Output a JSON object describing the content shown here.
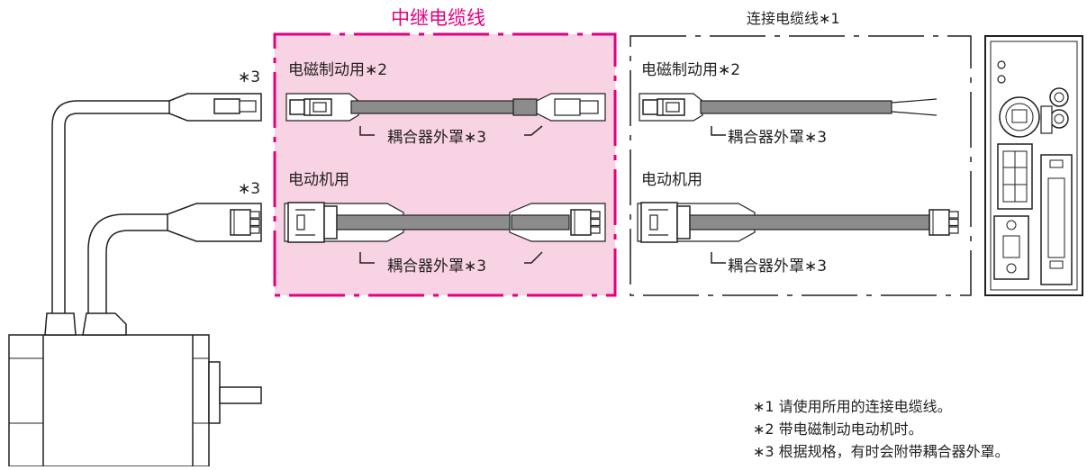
{
  "colors": {
    "accent": "#e4007f",
    "relay_fill": "#f8d3e4",
    "cable_gray": "#8c8c8c",
    "line": "#231f20"
  },
  "relay_cable": {
    "title": "中继电缆线",
    "brake_label": "电磁制动用∗2",
    "motor_label": "电动机用",
    "cover_label_1": "耦合器外罩∗3",
    "cover_label_2": "耦合器外罩∗3"
  },
  "connection_cable": {
    "title": "连接电缆线∗1",
    "brake_label": "电磁制动用∗2",
    "motor_label": "电动机用",
    "cover_label_1": "耦合器外罩∗3",
    "cover_label_2": "耦合器外罩∗3"
  },
  "motor_side": {
    "brake_mark": "∗3",
    "motor_mark": "∗3"
  },
  "notes": [
    "∗1 请使用所用的连接电缆线。",
    "∗2 带电磁制动电动机时。",
    "∗3 根据规格，有时会附带耦合器外罩。"
  ]
}
